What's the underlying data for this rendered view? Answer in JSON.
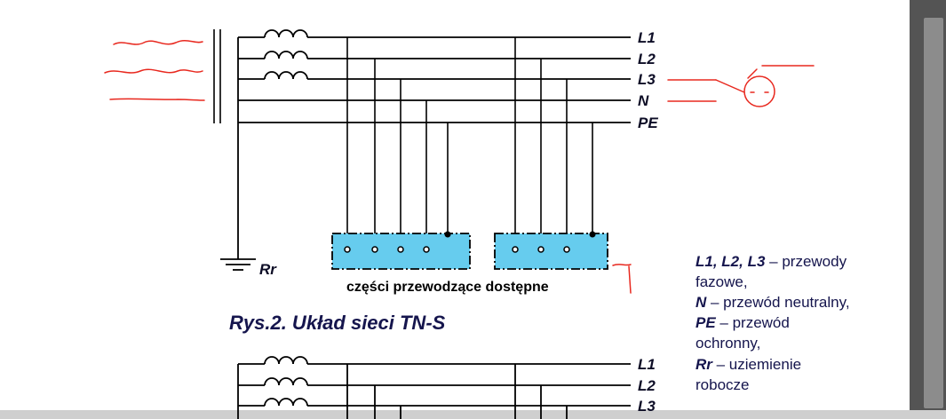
{
  "diagram": {
    "wire_labels": [
      "L1",
      "L2",
      "L3",
      "N",
      "PE"
    ],
    "ground_label": "Rr",
    "enclosure_note": "części przewodzące dostępne",
    "caption": "Rys.2. Układ sieci TN-S",
    "legend": [
      {
        "term": "L1, L2, L3",
        "rest": " – przewody"
      },
      {
        "term": "",
        "rest": "fazowe,"
      },
      {
        "term": "N",
        "rest": " – przewód neutralny,"
      },
      {
        "term": "PE",
        "rest": " – przewód"
      },
      {
        "term": "",
        "rest": "ochronny,"
      },
      {
        "term": "Rr",
        "rest": " – uziemienie"
      },
      {
        "term": "",
        "rest": "robocze"
      }
    ],
    "second_diagram_labels": [
      "L1",
      "L2",
      "L3"
    ]
  },
  "colors": {
    "wire": "#000000",
    "enclosure_fill": "#66ccee",
    "annotation_ink": "#e8281e",
    "text_dark_blue": "#15154d"
  }
}
